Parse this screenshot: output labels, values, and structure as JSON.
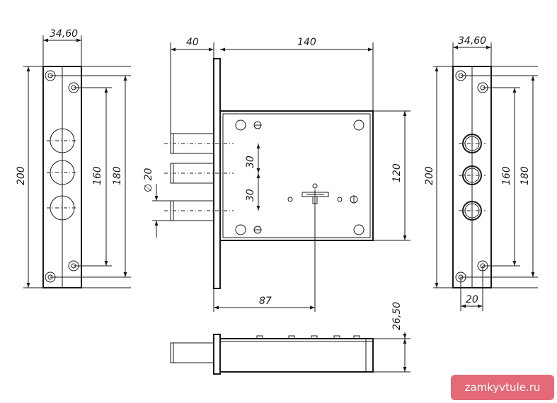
{
  "dims": {
    "left_width": "34,60",
    "left_height_200": "200",
    "left_height_160": "160",
    "left_height_180": "180",
    "diameter": "∅ 20",
    "backset": "40",
    "case_width": "140",
    "spacing_top": "30",
    "spacing_bottom": "30",
    "case_height": "120",
    "key_offset": "87",
    "depth": "26,50",
    "right_width": "34,60",
    "right_height_200": "200",
    "right_height_160": "160",
    "right_height_180": "180",
    "right_bottom": "20"
  },
  "watermark": "zamkyvtule.ru"
}
